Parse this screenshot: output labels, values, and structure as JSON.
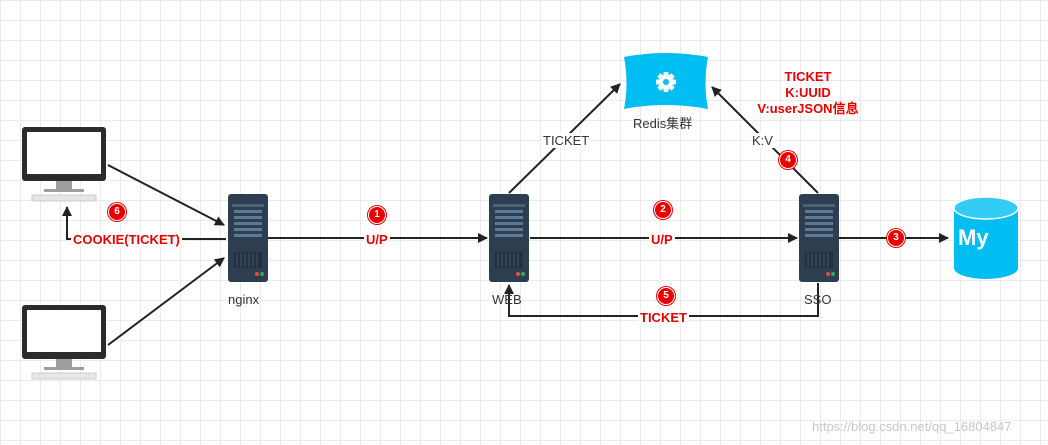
{
  "nodes": {
    "nginx": "nginx",
    "web": "WEB",
    "sso": "SSO",
    "redis": "Redis集群"
  },
  "edges": {
    "nginx_to_web": "U/P",
    "web_to_sso": "U/P",
    "sso_to_web": "TICKET",
    "nginx_to_client": "COOKIE(TICKET)",
    "web_to_redis": "TICKET",
    "sso_to_redis": "K:V"
  },
  "steps": [
    "1",
    "2",
    "3",
    "4",
    "5",
    "6"
  ],
  "ticket_note": [
    "TICKET",
    "K:UUID",
    "V:userJSON信息"
  ],
  "mysql_label": "My",
  "watermark": "https://blog.csdn.net/qq_16804847",
  "colors": {
    "accent_red": "#e60000",
    "server_dark": "#2c3e50",
    "redis_blue": "#00bef2",
    "mysql_blue": "#00bef2"
  },
  "icons": [
    "computer-icon",
    "server-icon",
    "redis-cluster-icon",
    "gear-icon",
    "mysql-database-icon"
  ]
}
